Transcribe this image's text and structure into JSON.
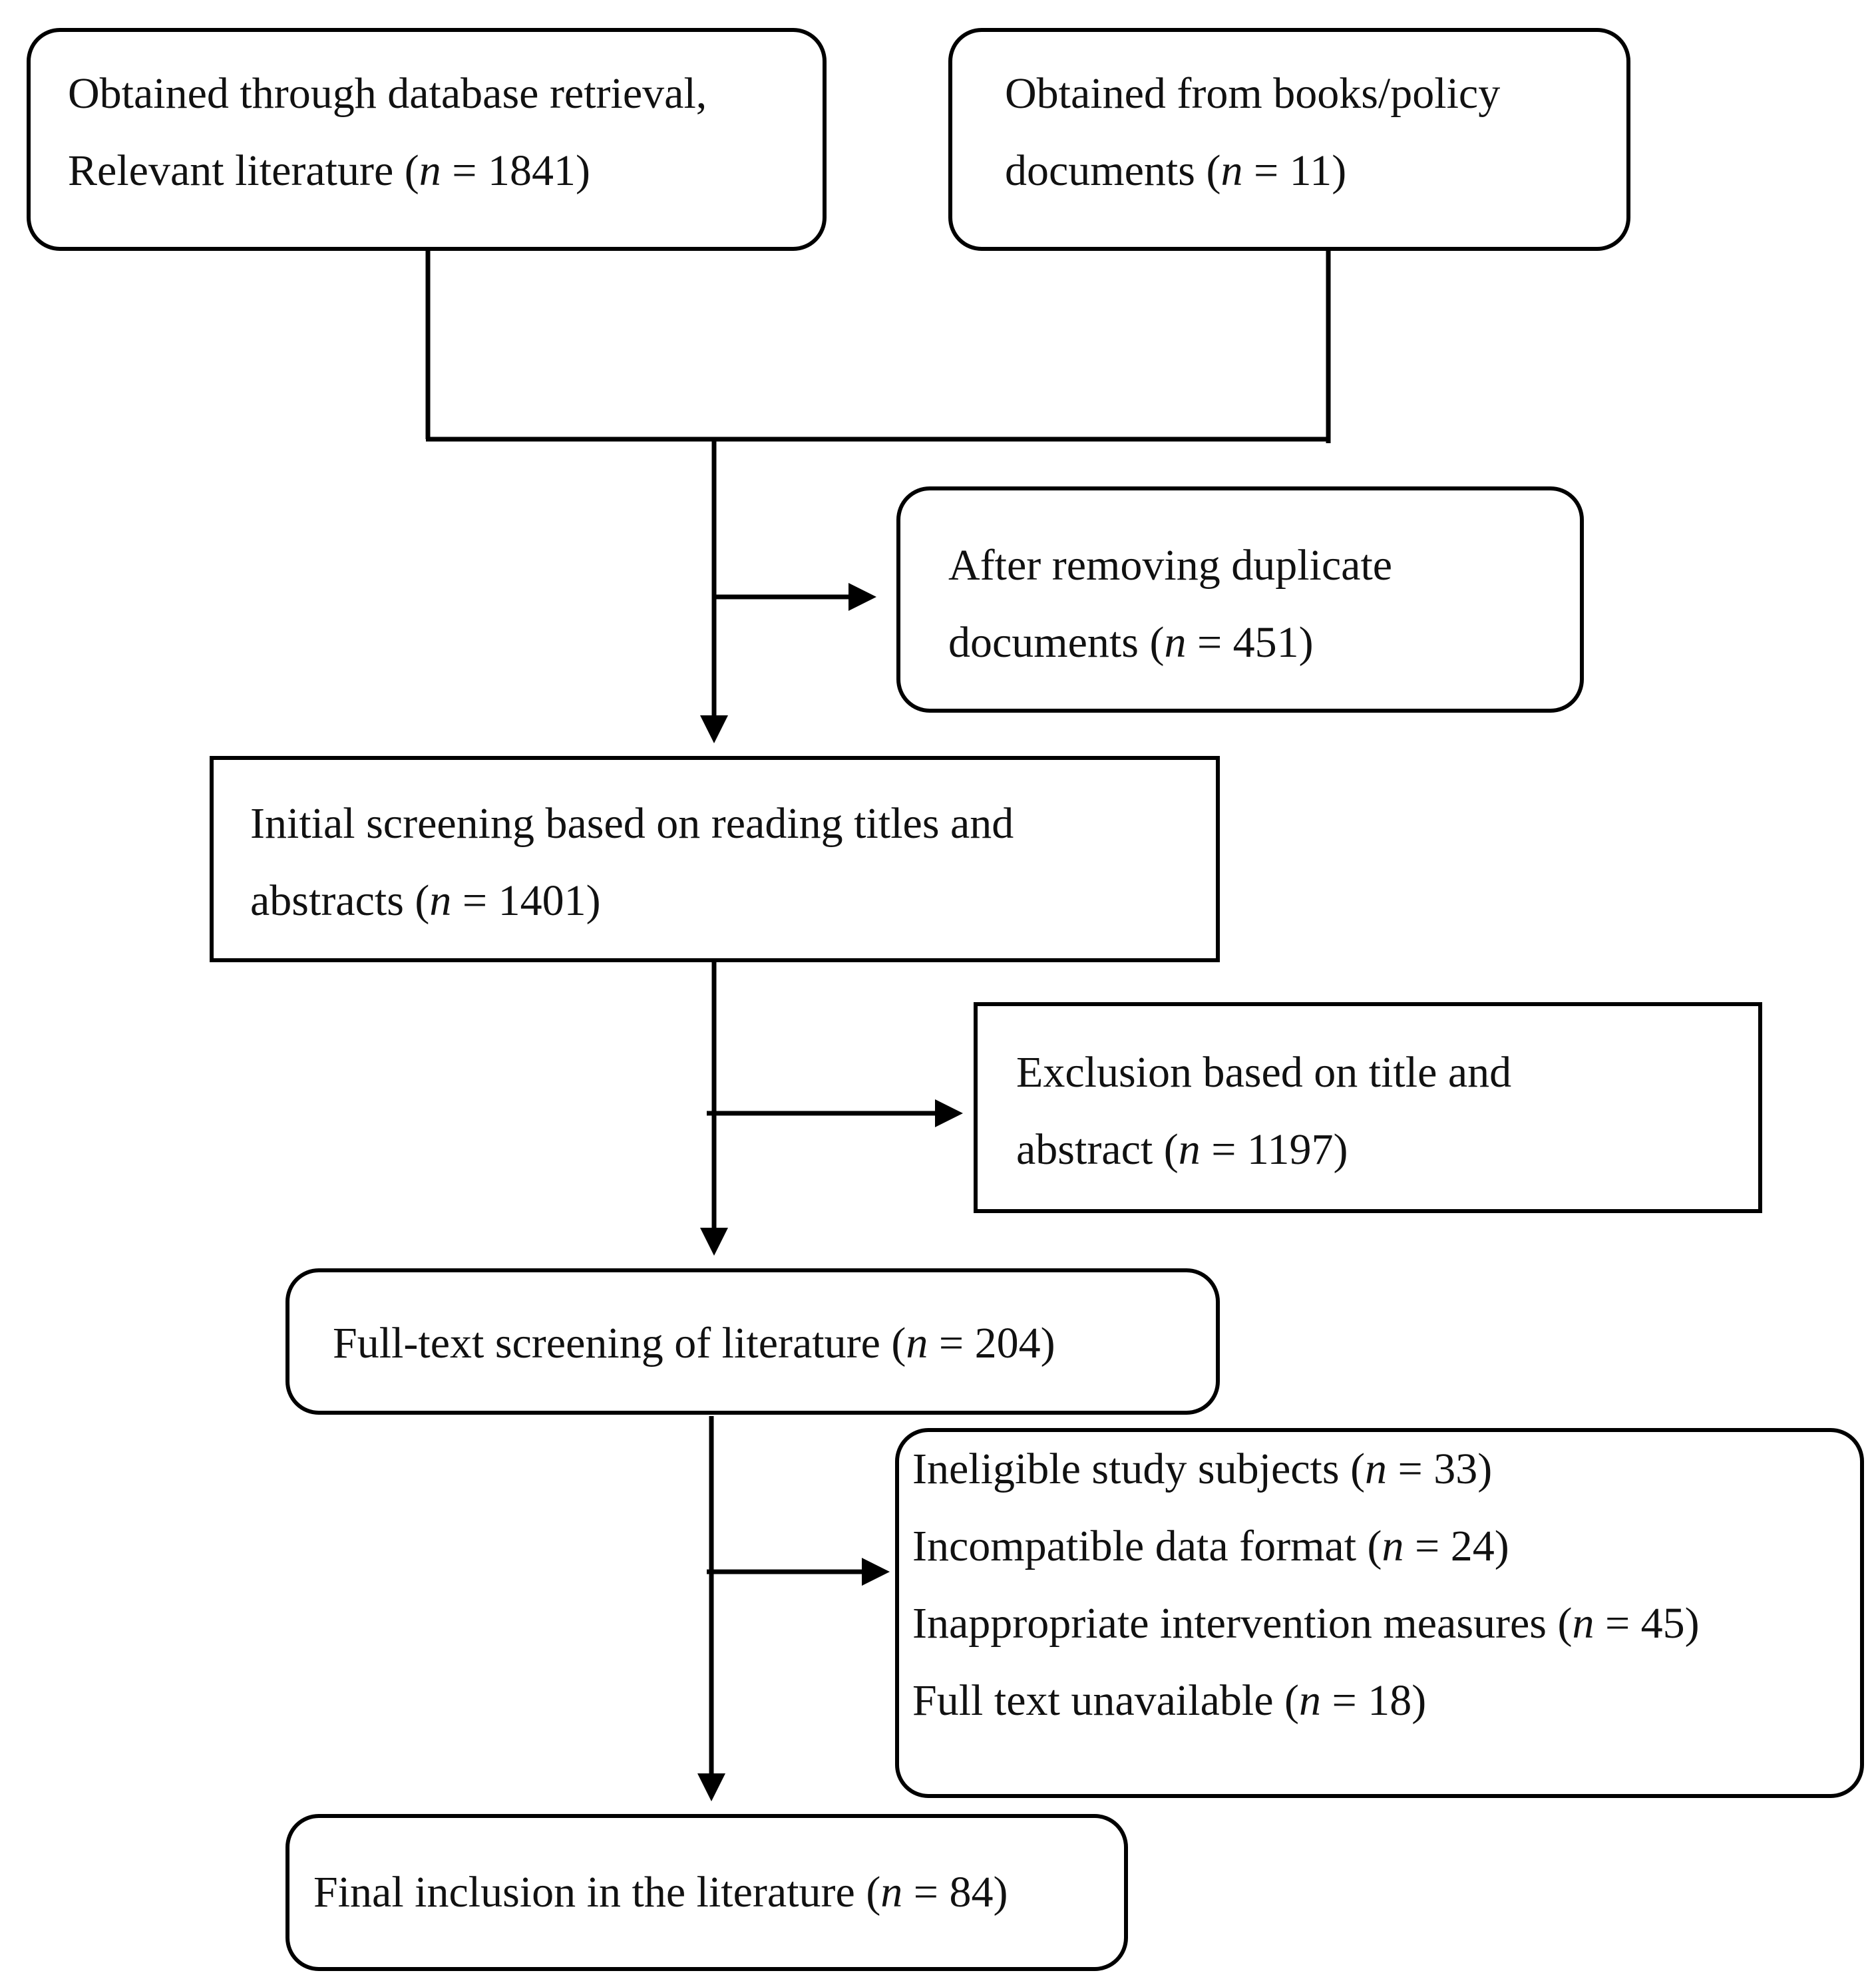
{
  "nodes": {
    "database_retrieval": {
      "line1": "Obtained through database retrieval,",
      "line2_prefix": "Relevant literature (",
      "n_symbol": "n",
      "line2_suffix": " = 1841)"
    },
    "books_policy": {
      "line1": "Obtained from books/policy",
      "line2_prefix": "documents (",
      "n_symbol": "n",
      "line2_suffix": " = 11)"
    },
    "duplicates_removed": {
      "line1": "After removing duplicate",
      "line2_prefix": "documents (",
      "n_symbol": "n",
      "line2_suffix": " = 451)"
    },
    "initial_screening": {
      "line1": "Initial screening based on reading titles and",
      "line2_prefix": "abstracts (",
      "n_symbol": "n",
      "line2_suffix": " = 1401)"
    },
    "excluded_title_abstract": {
      "line1": "Exclusion based on title and",
      "line2_prefix": "abstract (",
      "n_symbol": "n",
      "line2_suffix": " = 1197)"
    },
    "full_text_screening": {
      "prefix": "Full-text screening of literature (",
      "n_symbol": "n",
      "suffix": " = 204)"
    },
    "full_text_exclusions": {
      "items": [
        {
          "prefix": "Ineligible study subjects (",
          "n_symbol": "n",
          "suffix": " = 33)"
        },
        {
          "prefix": "Incompatible data format (",
          "n_symbol": "n",
          "suffix": " = 24)"
        },
        {
          "prefix": "Inappropriate intervention measures (",
          "n_symbol": "n",
          "suffix": " = 45)"
        },
        {
          "prefix": "Full text unavailable (",
          "n_symbol": "n",
          "suffix": " = 18)"
        }
      ]
    },
    "final_inclusion": {
      "prefix": "Final inclusion in the literature (",
      "n_symbol": "n",
      "suffix": " = 84)"
    }
  },
  "colors": {
    "stroke": "#000000",
    "text": "#111111",
    "background": "#ffffff"
  }
}
